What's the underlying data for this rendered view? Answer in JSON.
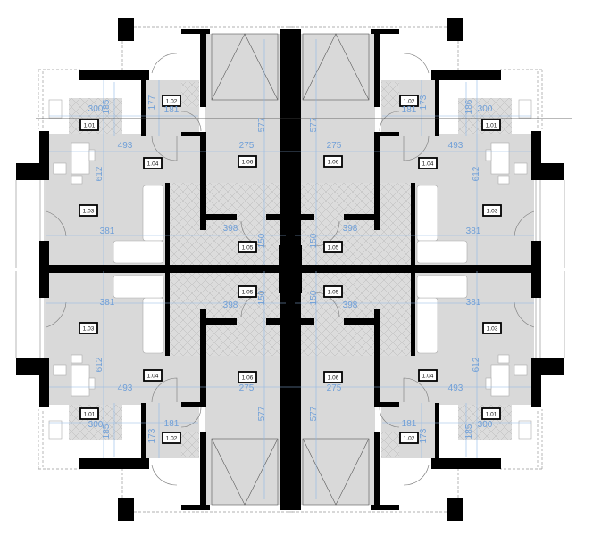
{
  "plan": {
    "colors": {
      "wall": "#000000",
      "floor": "#d9d9d9",
      "dimension": "#6f9fd8",
      "furniture": "#ffffff"
    },
    "quadrants": [
      {
        "position": "top-left",
        "rooms": [
          "1.01",
          "1.02",
          "1.03",
          "1.04",
          "1.05",
          "1.06"
        ],
        "dims": [
          "300",
          "185",
          "177",
          "181",
          "493",
          "612",
          "275",
          "577",
          "381",
          "398",
          "150"
        ]
      },
      {
        "position": "top-right",
        "rooms": [
          "1.01",
          "1.02",
          "1.03",
          "1.04",
          "1.05",
          "1.06"
        ],
        "dims": [
          "300",
          "186",
          "173",
          "181",
          "493",
          "612",
          "275",
          "577",
          "381",
          "398",
          "150"
        ]
      },
      {
        "position": "bottom-left",
        "rooms": [
          "1.01",
          "1.02",
          "1.03",
          "1.04",
          "1.05",
          "1.06"
        ],
        "dims": [
          "300",
          "185",
          "173",
          "181",
          "493",
          "612",
          "275",
          "577",
          "381",
          "398",
          "150"
        ]
      },
      {
        "position": "bottom-right",
        "rooms": [
          "1.01",
          "1.02",
          "1.03",
          "1.04",
          "1.05",
          "1.06"
        ],
        "dims": [
          "300",
          "185",
          "173",
          "181",
          "493",
          "612",
          "275",
          "577",
          "381",
          "398",
          "150"
        ]
      }
    ]
  }
}
